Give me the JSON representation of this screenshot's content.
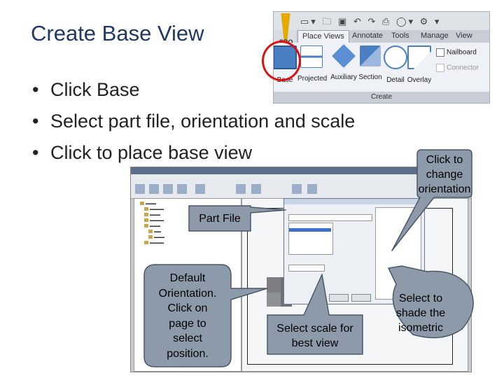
{
  "slide": {
    "title": "Create Base View",
    "bullets": [
      "Click Base",
      "Select part file, orientation and scale",
      "Click to place base view"
    ]
  },
  "ribbon": {
    "product_tag": "PRO",
    "tabs": [
      "Place Views",
      "Annotate",
      "Tools",
      "Manage",
      "View"
    ],
    "active_tab": "Place Views",
    "buttons": [
      "Base",
      "Projected",
      "Auxiliary",
      "Section",
      "Detail",
      "Overlay"
    ],
    "side_buttons": [
      "Nailboard",
      "Connector"
    ],
    "panel_label": "Create"
  },
  "callouts": {
    "part_file": "Part File",
    "orientation": [
      "Default",
      "Orientation.",
      "Click on",
      "page to",
      "select",
      "position."
    ],
    "scale": [
      "Select scale for",
      "best view"
    ],
    "change_orientation": [
      "Click to",
      "change",
      "orientation"
    ],
    "shade": [
      "Select to",
      "shade the",
      "isometric"
    ]
  },
  "colors": {
    "title": "#1f3864",
    "callout_fill": "#8c9aaa",
    "callout_stroke": "#4a5866",
    "highlight": "#dd1111"
  }
}
